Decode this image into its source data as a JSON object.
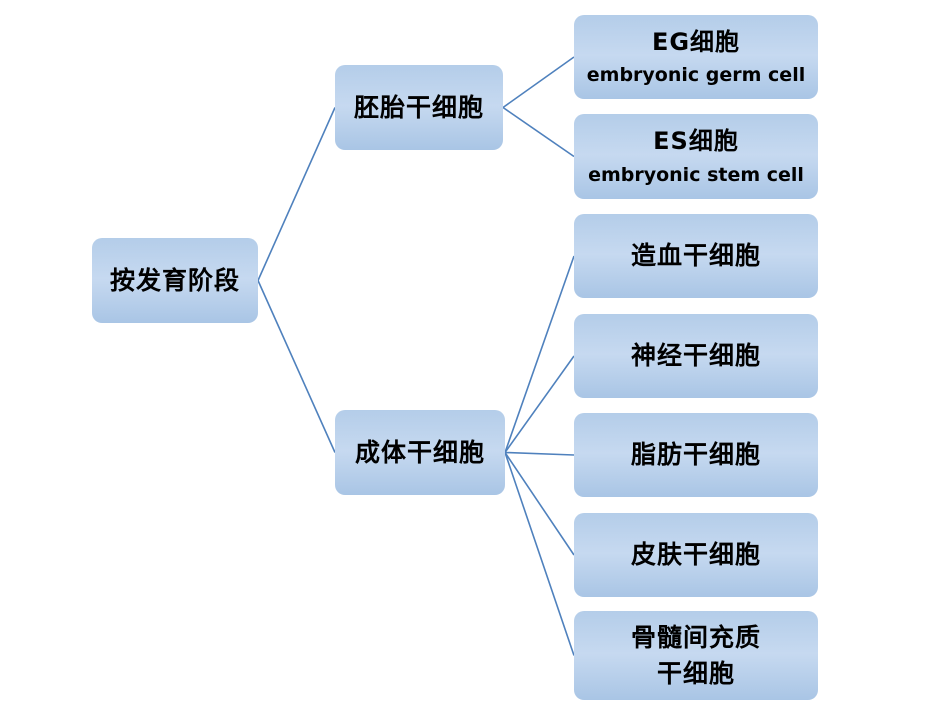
{
  "diagram": {
    "type": "tree",
    "orientation": "left-to-right",
    "root": {
      "label": "按发育阶段"
    },
    "branches": [
      {
        "label": "胚胎干细胞",
        "children": [
          {
            "line1": "EG细胞",
            "line2": "embryonic germ cell"
          },
          {
            "line1": "ES细胞",
            "line2": "embryonic stem cell"
          }
        ]
      },
      {
        "label": "成体干细胞",
        "children": [
          {
            "line1": "造血干细胞"
          },
          {
            "line1": "神经干细胞"
          },
          {
            "line1": "脂肪干细胞"
          },
          {
            "line1": "皮肤干细胞"
          },
          {
            "line1": "骨髓间充质",
            "line2": "干细胞"
          }
        ]
      }
    ]
  },
  "colors": {
    "connector": "#4f81bd",
    "node-top": "#b4cde9",
    "node-mid": "#c6d9f0",
    "node-bottom": "#a9c5e5",
    "text": "#000000",
    "background": "#ffffff"
  }
}
